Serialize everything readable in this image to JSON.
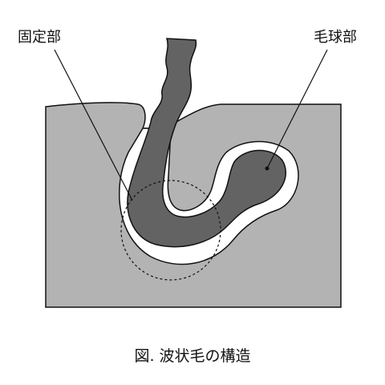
{
  "labels": {
    "fixed_part": "固定部",
    "bulb_part": "毛球部"
  },
  "caption": "図.  波状毛の構造",
  "colors": {
    "skin": "#b3b3b3",
    "hair": "#636363",
    "sheath": "#ffffff",
    "outline": "#111111",
    "background": "#ffffff"
  },
  "legend_style": {
    "focus_circle": "dashed"
  }
}
